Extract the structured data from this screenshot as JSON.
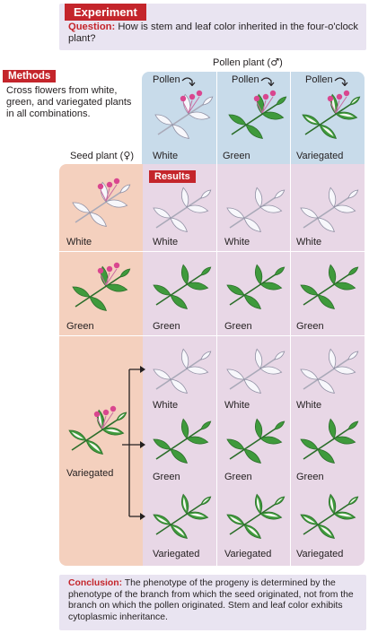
{
  "experiment": {
    "tag": "Experiment",
    "question_label": "Question:",
    "question_text": "How is stem and leaf color inherited in the four-o'clock plant?"
  },
  "methods": {
    "tag": "Methods",
    "text": "Cross flowers from white, green, and variegated plants in all combinations."
  },
  "pollen": {
    "title": "Pollen plant",
    "symbol": "♂",
    "columns": [
      {
        "label": "Pollen",
        "caption": "White"
      },
      {
        "label": "Pollen",
        "caption": "Green"
      },
      {
        "label": "Pollen",
        "caption": "Variegated"
      }
    ]
  },
  "seed": {
    "title": "Seed plant",
    "symbol": "♀",
    "rows": [
      {
        "caption": "White"
      },
      {
        "caption": "Green"
      },
      {
        "caption": "Variegated"
      }
    ]
  },
  "results": {
    "tag": "Results",
    "captions": [
      [
        "White",
        "White",
        "White"
      ],
      [
        "Green",
        "Green",
        "Green"
      ],
      [
        "White",
        "White",
        "White"
      ],
      [
        "Green",
        "Green",
        "Green"
      ],
      [
        "Variegated",
        "Variegated",
        "Variegated"
      ]
    ]
  },
  "conclusion": {
    "label": "Conclusion:",
    "text": "The phenotype of the progeny is determined by the phenotype of the branch from which the seed originated, not from the branch on which the pollen originated. Stem and leaf color exhibits cytoplasmic inheritance."
  },
  "colors": {
    "accent_red": "#c4252b",
    "pollen_bg": "#c8dbea",
    "seed_bg": "#f4d0be",
    "results_bg": "#e8d7e6",
    "box_bg": "#e9e4f1",
    "leaf_green": "#3f9a3c",
    "leaf_white": "#f7f7fb",
    "flower_pink": "#d9468f"
  }
}
